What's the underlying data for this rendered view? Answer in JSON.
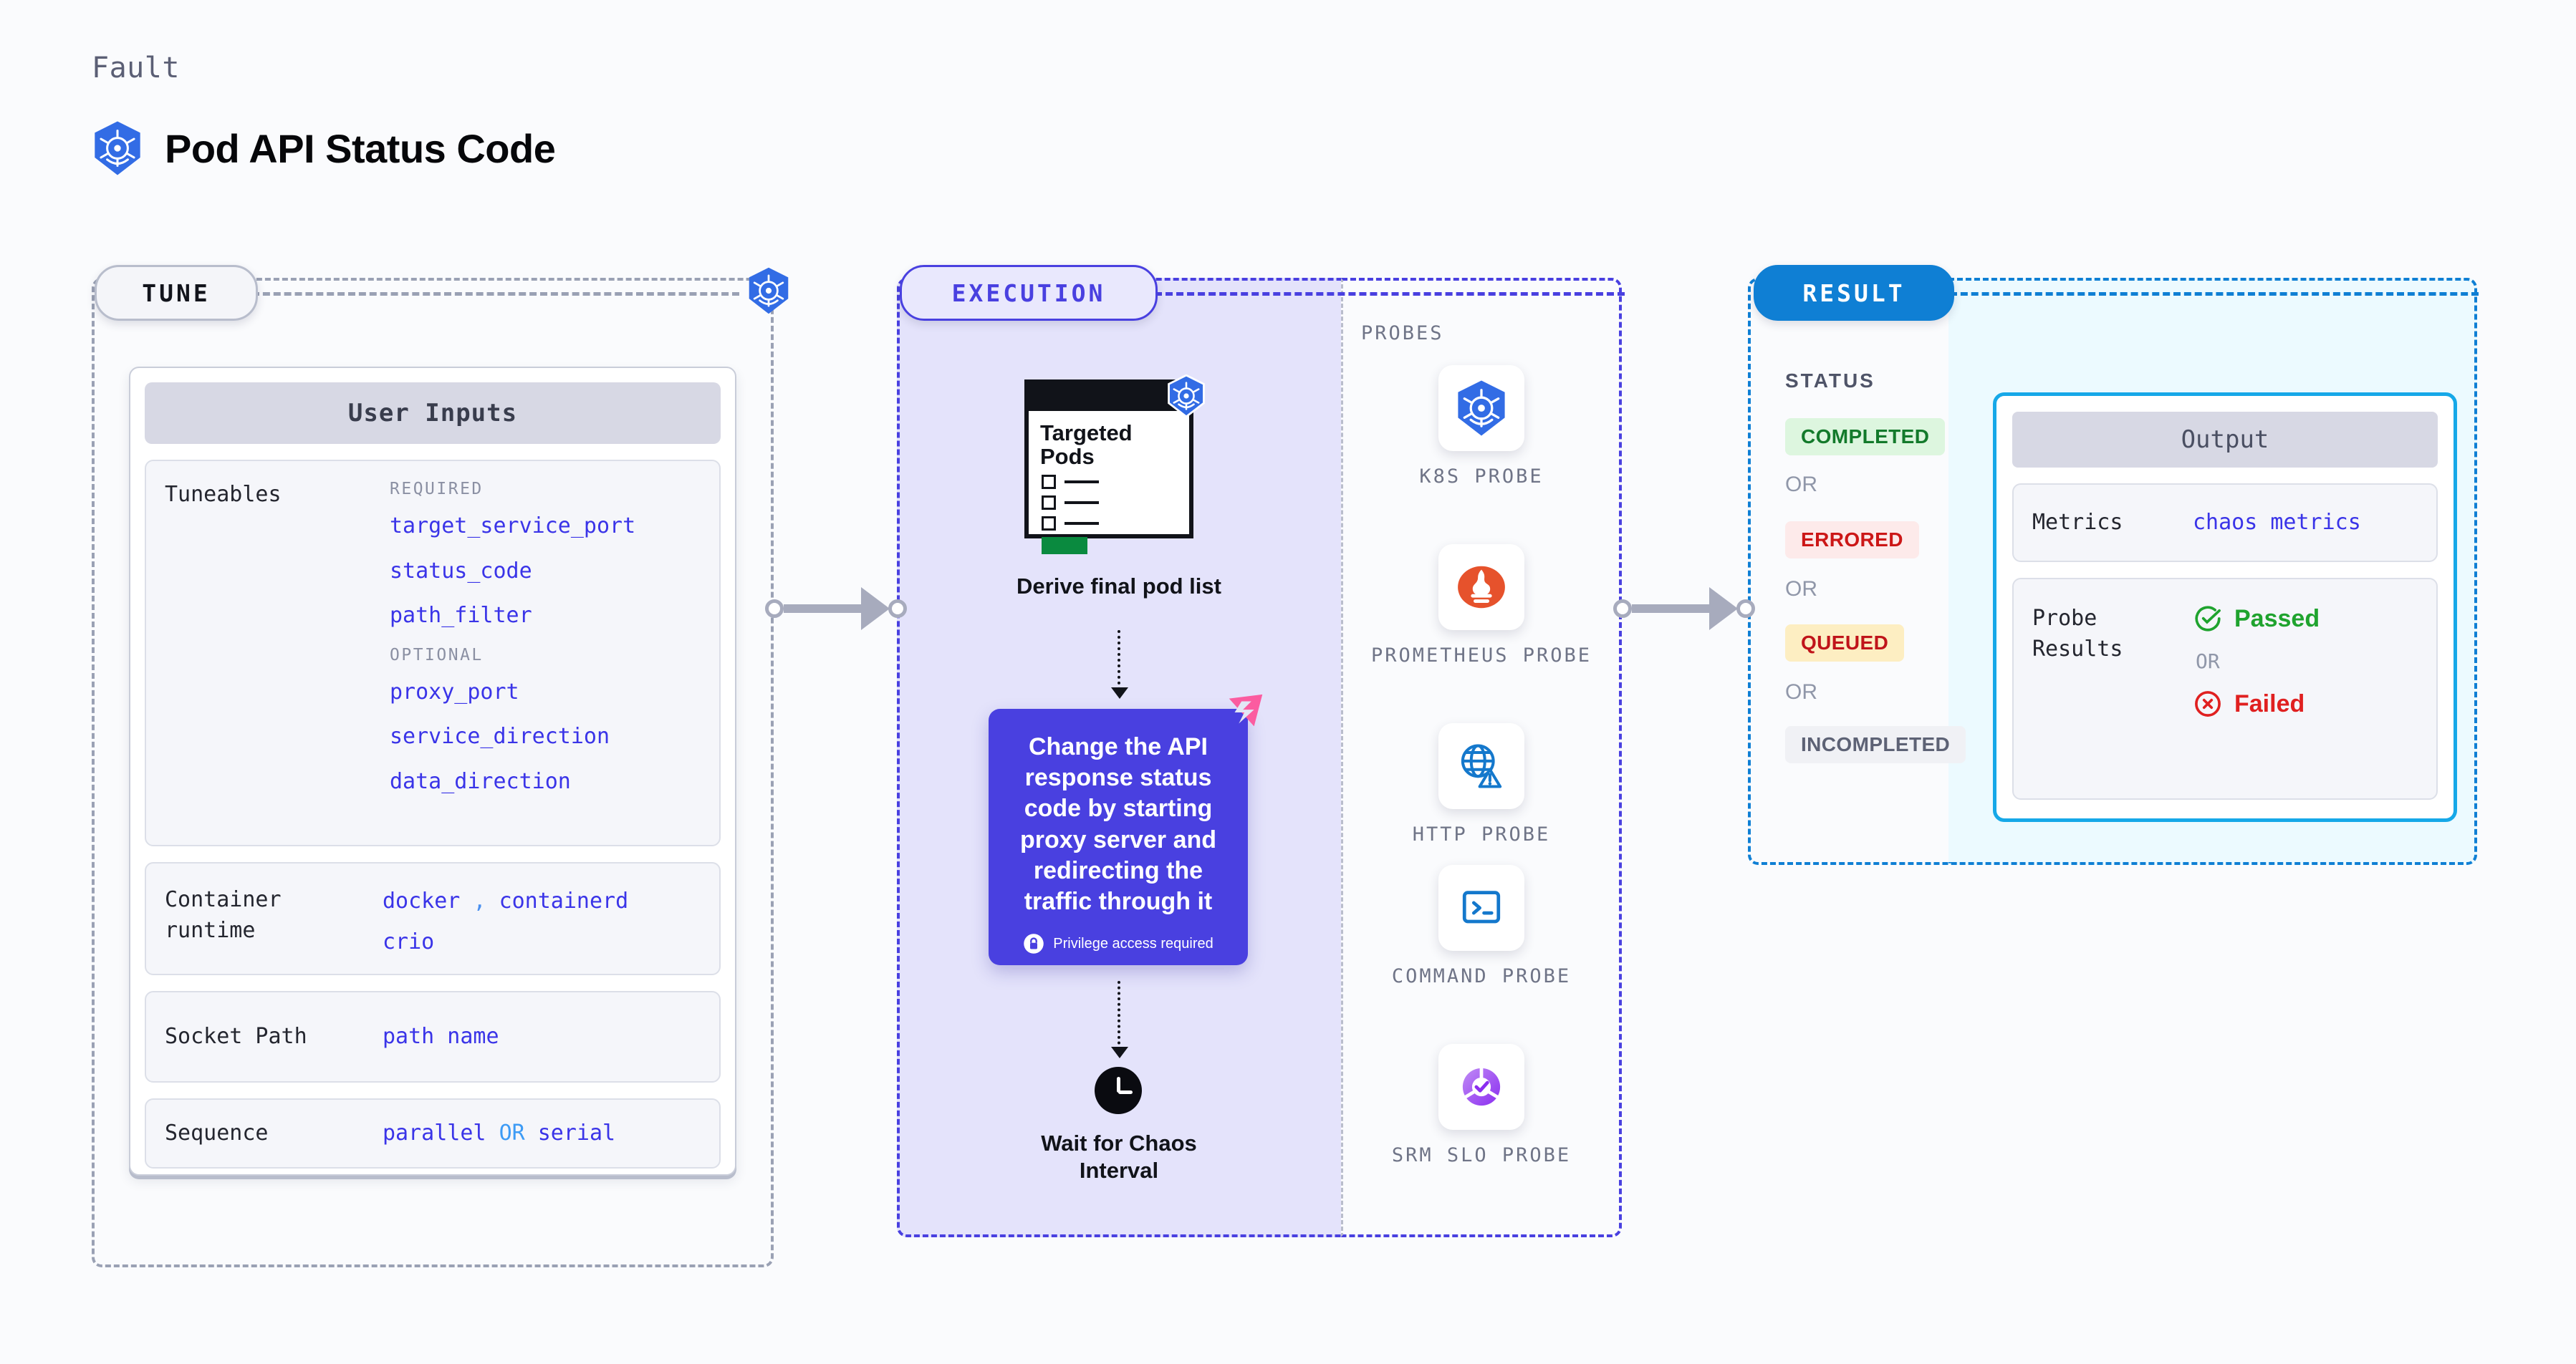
{
  "header": {
    "eyebrow": "Fault",
    "title": "Pod API Status Code",
    "logo_icon": "kubernetes-icon"
  },
  "phases": {
    "tune": {
      "label": "TUNE",
      "accent": "#9aa1b4"
    },
    "execution": {
      "label": "EXECUTION",
      "accent": "#4940e0"
    },
    "result": {
      "label": "RESULT",
      "accent": "#0f7fd4"
    }
  },
  "tune": {
    "card_title": "User Inputs",
    "tuneables": {
      "label": "Tuneables",
      "required_tag": "REQUIRED",
      "required": [
        "target_service_port",
        "status_code",
        "path_filter"
      ],
      "optional_tag": "OPTIONAL",
      "optional": [
        "proxy_port",
        "service_direction",
        "data_direction"
      ]
    },
    "rows": [
      {
        "label": "Container runtime",
        "values": [
          "docker",
          "containerd",
          "crio"
        ],
        "separator": ","
      },
      {
        "label": "Socket Path",
        "values": [
          "path name"
        ]
      },
      {
        "label": "Sequence",
        "values": [
          "parallel",
          "serial"
        ],
        "joiner": "OR"
      }
    ]
  },
  "execution": {
    "doc": {
      "title_line1": "Targeted",
      "title_line2": "Pods",
      "badge_icon": "kubernetes-icon"
    },
    "doc_caption": "Derive final pod list",
    "action": {
      "text": "Change the API response status code by starting proxy server and redirecting the traffic through it",
      "privilege_note": "Privilege access required",
      "privilege_icon": "lock-icon",
      "corner_icon": "litmus-chaos-icon",
      "color": "#4940e0"
    },
    "wait": {
      "icon": "clock-icon",
      "caption_line1": "Wait for Chaos",
      "caption_line2": "Interval"
    }
  },
  "probes": {
    "section_label": "PROBES",
    "items": [
      {
        "name": "K8S PROBE",
        "icon": "kubernetes-icon"
      },
      {
        "name": "PROMETHEUS PROBE",
        "icon": "prometheus-icon"
      },
      {
        "name": "HTTP PROBE",
        "icon": "globe-warning-icon"
      },
      {
        "name": "COMMAND PROBE",
        "icon": "terminal-icon"
      },
      {
        "name": "SRM SLO PROBE",
        "icon": "srm-slo-icon"
      }
    ]
  },
  "result": {
    "status_label": "STATUS",
    "or_label": "OR",
    "statuses": [
      {
        "text": "COMPLETED",
        "color": "#137a2b",
        "bg": "#ddf6df"
      },
      {
        "text": "ERRORED",
        "color": "#cc1717",
        "bg": "#fdeaea"
      },
      {
        "text": "QUEUED",
        "color": "#c0141a",
        "bg": "#fdeec2"
      },
      {
        "text": "INCOMPLETED",
        "color": "#5d6275",
        "bg": "#f0f1f5"
      }
    ]
  },
  "output": {
    "card_title": "Output",
    "metrics": {
      "label": "Metrics",
      "value": "chaos metrics"
    },
    "probe_results": {
      "label_line1": "Probe",
      "label_line2": "Results",
      "passed": {
        "text": "Passed",
        "icon": "check-circle-icon",
        "color": "#1fa32e"
      },
      "or": "OR",
      "failed": {
        "text": "Failed",
        "icon": "x-circle-icon",
        "color": "#e02020"
      }
    }
  }
}
